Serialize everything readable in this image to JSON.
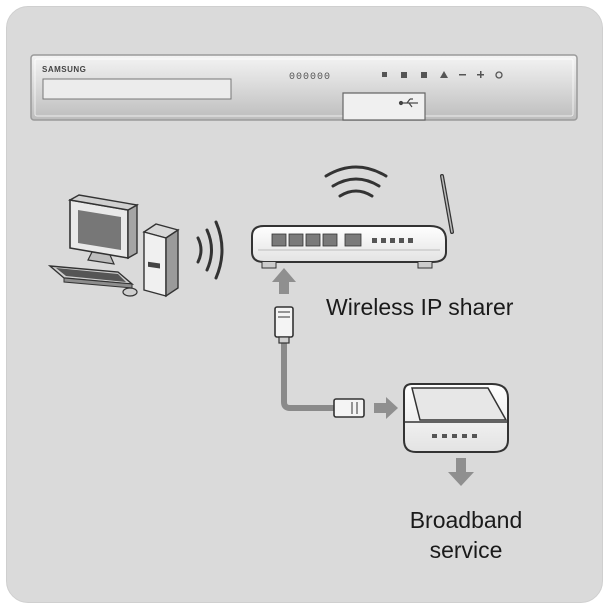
{
  "player": {
    "brand": "SAMSUNG",
    "display": "000000"
  },
  "labels": {
    "router": "Wireless IP sharer",
    "broadband_line1": "Broadband",
    "broadband_line2": "service"
  },
  "colors": {
    "panel": "#dadada",
    "device_face": "#f2f2f2",
    "outline": "#555555",
    "arrow": "#8f8f8f",
    "cable": "#8a8a8a"
  },
  "icons": [
    "pc-icon",
    "wifi-waves-icon",
    "router-icon",
    "modem-icon",
    "ethernet-plug-icon",
    "arrow-icon",
    "usb-icon"
  ]
}
